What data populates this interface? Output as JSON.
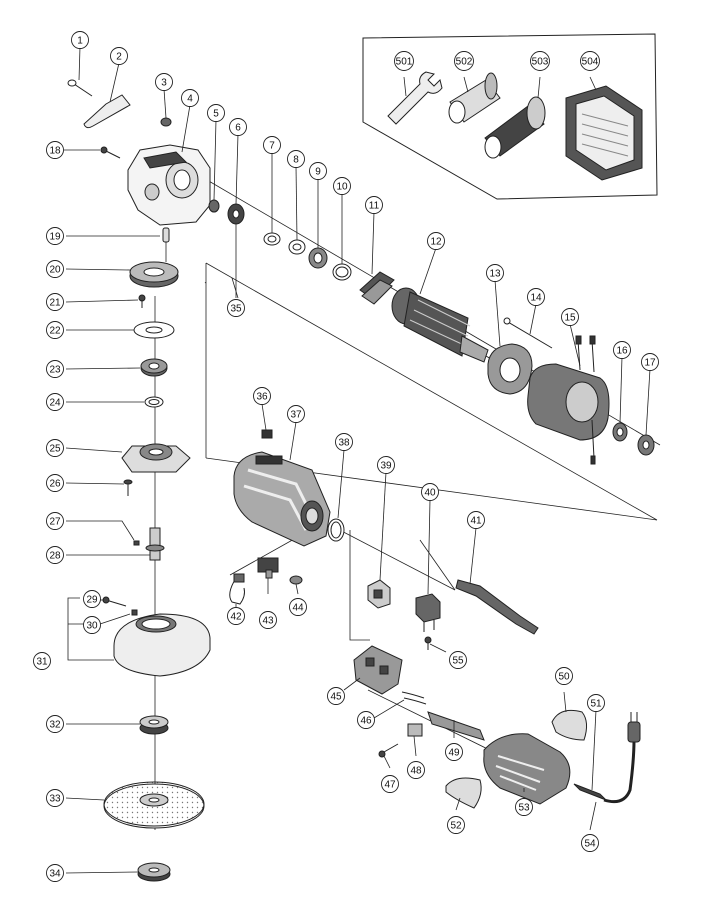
{
  "diagram": {
    "callouts": [
      {
        "id": "1",
        "label": "1"
      },
      {
        "id": "2",
        "label": "2"
      },
      {
        "id": "3",
        "label": "3"
      },
      {
        "id": "4",
        "label": "4"
      },
      {
        "id": "5",
        "label": "5"
      },
      {
        "id": "6",
        "label": "6"
      },
      {
        "id": "7",
        "label": "7"
      },
      {
        "id": "8",
        "label": "8"
      },
      {
        "id": "9",
        "label": "9"
      },
      {
        "id": "10",
        "label": "10"
      },
      {
        "id": "11",
        "label": "11"
      },
      {
        "id": "12",
        "label": "12"
      },
      {
        "id": "13",
        "label": "13"
      },
      {
        "id": "14",
        "label": "14"
      },
      {
        "id": "15",
        "label": "15"
      },
      {
        "id": "16",
        "label": "16"
      },
      {
        "id": "17",
        "label": "17"
      },
      {
        "id": "18",
        "label": "18"
      },
      {
        "id": "19",
        "label": "19"
      },
      {
        "id": "20",
        "label": "20"
      },
      {
        "id": "21",
        "label": "21"
      },
      {
        "id": "22",
        "label": "22"
      },
      {
        "id": "23",
        "label": "23"
      },
      {
        "id": "24",
        "label": "24"
      },
      {
        "id": "25",
        "label": "25"
      },
      {
        "id": "26",
        "label": "26"
      },
      {
        "id": "27",
        "label": "27"
      },
      {
        "id": "28",
        "label": "28"
      },
      {
        "id": "29",
        "label": "29"
      },
      {
        "id": "30",
        "label": "30"
      },
      {
        "id": "31",
        "label": "31"
      },
      {
        "id": "32",
        "label": "32"
      },
      {
        "id": "33",
        "label": "33"
      },
      {
        "id": "34",
        "label": "34"
      },
      {
        "id": "35",
        "label": "35"
      },
      {
        "id": "36",
        "label": "36"
      },
      {
        "id": "37",
        "label": "37"
      },
      {
        "id": "38",
        "label": "38"
      },
      {
        "id": "39",
        "label": "39"
      },
      {
        "id": "40",
        "label": "40"
      },
      {
        "id": "41",
        "label": "41"
      },
      {
        "id": "42",
        "label": "42"
      },
      {
        "id": "43",
        "label": "43"
      },
      {
        "id": "44",
        "label": "44"
      },
      {
        "id": "45",
        "label": "45"
      },
      {
        "id": "46",
        "label": "46"
      },
      {
        "id": "47",
        "label": "47"
      },
      {
        "id": "48",
        "label": "48"
      },
      {
        "id": "49",
        "label": "49"
      },
      {
        "id": "50",
        "label": "50"
      },
      {
        "id": "51",
        "label": "51"
      },
      {
        "id": "52",
        "label": "52"
      },
      {
        "id": "53",
        "label": "53"
      },
      {
        "id": "54",
        "label": "54"
      },
      {
        "id": "55",
        "label": "55"
      },
      {
        "id": "501",
        "label": "501"
      },
      {
        "id": "502",
        "label": "502"
      },
      {
        "id": "503",
        "label": "503"
      },
      {
        "id": "504",
        "label": "504"
      }
    ]
  }
}
